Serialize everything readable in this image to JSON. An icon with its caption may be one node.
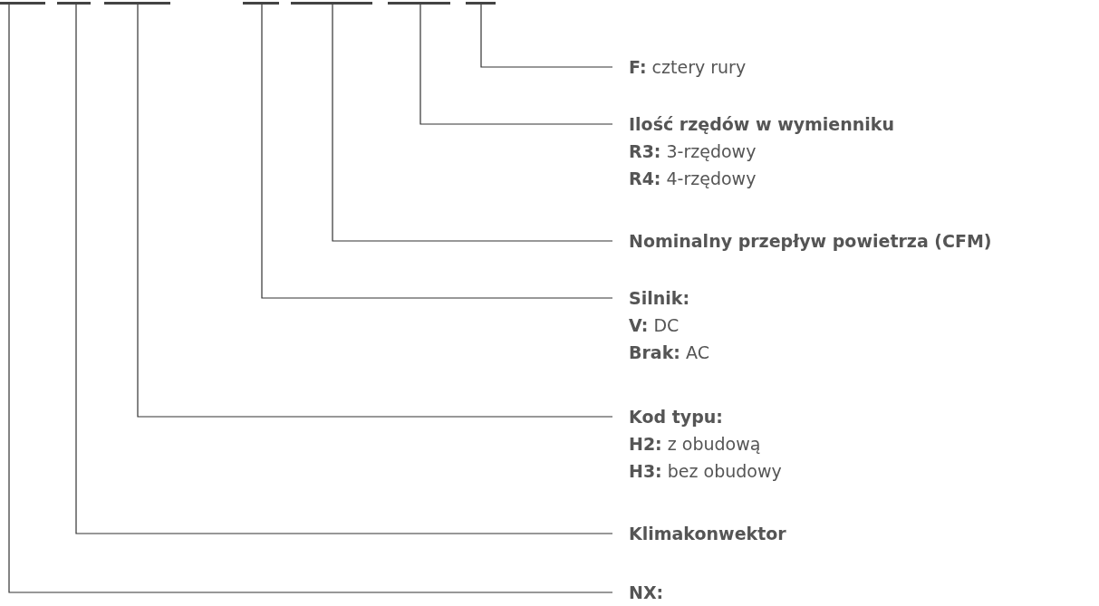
{
  "diagram": {
    "nodes": [
      {
        "text": [],
        "shape": "bar"
      },
      {
        "text": [],
        "shape": "bar"
      },
      {
        "text": [],
        "shape": "bar"
      },
      {
        "text": [],
        "shape": "bar"
      },
      {
        "text": [],
        "shape": "bar"
      },
      {
        "text": [],
        "shape": "bar"
      },
      {
        "text": [],
        "shape": "bar"
      },
      {
        "text": [
          "**F:** cztery rury"
        ]
      },
      {
        "text": [
          "Ilość rzędów w wymienniku",
          "**R3:** 3-rzędowy",
          "**R4:** 4-rzędowy"
        ]
      },
      {
        "text": [
          "Nominalny przepływ powietrza (CFM)"
        ]
      },
      {
        "text": [
          "Silnik:",
          "**V:** DC",
          "**Brak:** AC"
        ]
      },
      {
        "text": [
          "Kod typu:",
          "**H2:** z obudową",
          "**H3:** bez obudowy"
        ]
      },
      {
        "text": [
          "Klimakonwektor"
        ]
      },
      {
        "text": [
          "**NX:**"
        ]
      }
    ],
    "edges": [
      {
        "from": 7,
        "to": 6,
        "arrow": "none"
      },
      {
        "from": 8,
        "to": 5,
        "arrow": "none"
      },
      {
        "from": 9,
        "to": 4,
        "arrow": "none"
      },
      {
        "from": 10,
        "to": 3,
        "arrow": "none"
      },
      {
        "from": 11,
        "to": 2,
        "arrow": "none"
      },
      {
        "from": 12,
        "to": 1,
        "arrow": "none"
      },
      {
        "from": 13,
        "to": 0,
        "arrow": "none"
      }
    ]
  }
}
